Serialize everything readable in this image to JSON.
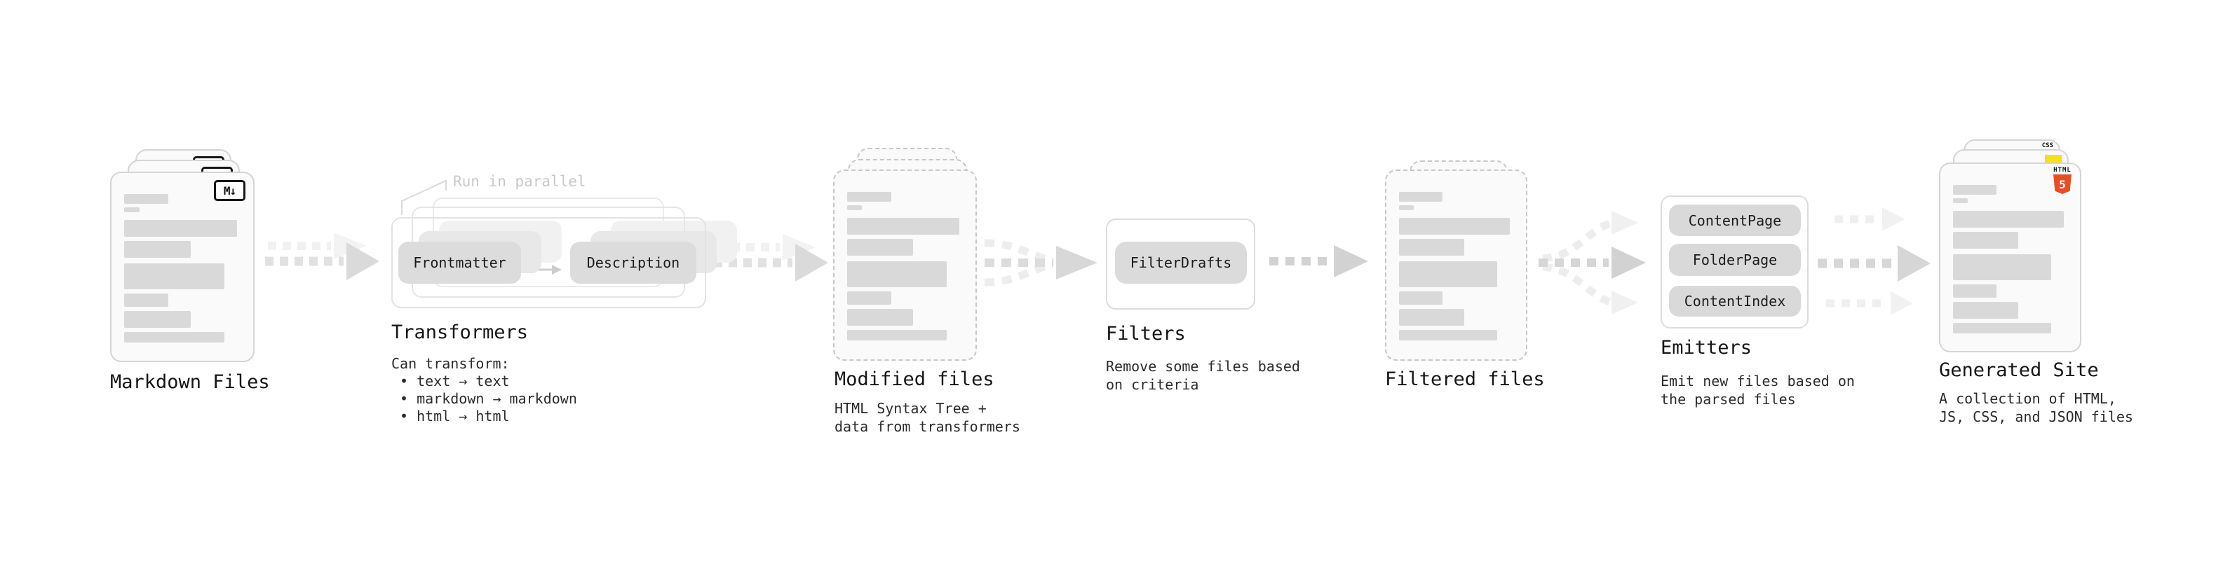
{
  "colors": {
    "html5_orange": "#e34f26",
    "js_yellow": "#f7df1e",
    "css_blue": "#2962ff"
  },
  "stages": [
    {
      "name": "markdown-files",
      "label": "Markdown Files",
      "icon": "M↓"
    },
    {
      "name": "transformers",
      "label": "Transformers",
      "annotation": "Run in parallel",
      "pills": [
        "Frontmatter",
        "Description"
      ],
      "desc_heading": "Can transform:",
      "bullets": [
        "• text → text",
        "• markdown → markdown",
        "• html → html"
      ]
    },
    {
      "name": "modified-files",
      "label": "Modified files",
      "description": "HTML Syntax Tree +\ndata from transformers"
    },
    {
      "name": "filters",
      "label": "Filters",
      "description": "Remove some files based\non criteria",
      "pills": [
        "FilterDrafts"
      ]
    },
    {
      "name": "filtered-files",
      "label": "Filtered files"
    },
    {
      "name": "emitters",
      "label": "Emitters",
      "description": "Emit new files based on\nthe parsed files",
      "pills": [
        "ContentPage",
        "FolderPage",
        "ContentIndex"
      ]
    },
    {
      "name": "generated-site",
      "label": "Generated Site",
      "description": "A collection of HTML,\nJS, CSS, and JSON files",
      "badges": {
        "css": "CSS",
        "html_word": "HTML",
        "html_number": "5"
      }
    }
  ]
}
